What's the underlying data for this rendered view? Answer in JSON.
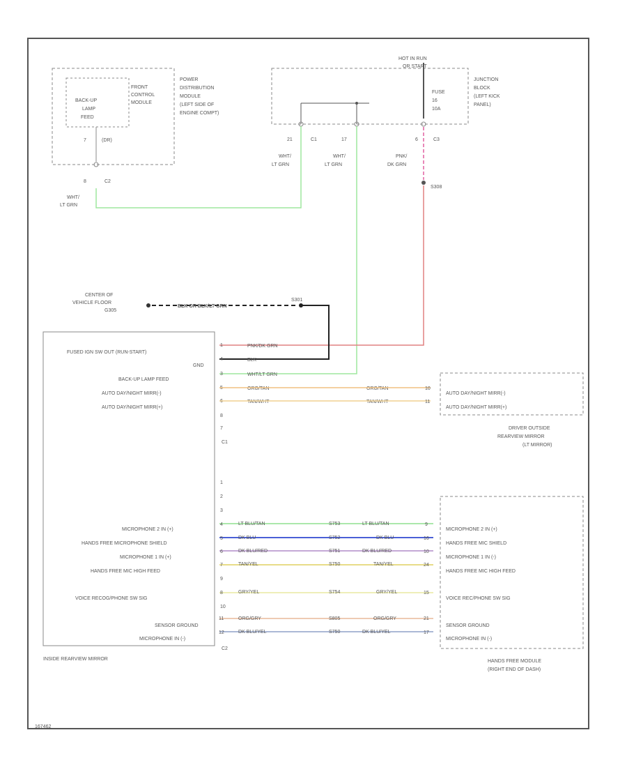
{
  "modules": {
    "pdm": {
      "backup_relay": [
        "BACK-UP",
        "LAMP",
        "FEED"
      ],
      "fcm": [
        "FRONT",
        "CONTROL",
        "MODULE"
      ],
      "name": [
        "POWER",
        "DISTRIBUTION",
        "MODULE",
        "(LEFT SIDE OF",
        "ENGINE COMPT)"
      ],
      "pin_top": "7",
      "pin_top_label": "(DR)",
      "pin_bottom": "8",
      "pin_bottom_connector": "C2",
      "wire_label": [
        "WHT/",
        "LT GRN"
      ]
    },
    "jb": {
      "hot_label": [
        "HOT IN RUN",
        "OR START"
      ],
      "fuse": [
        "FUSE",
        "16",
        "10A"
      ],
      "name": [
        "JUNCTION",
        "BLOCK",
        "(LEFT KICK",
        "PANEL)"
      ],
      "pin_21": "21",
      "conn_c1": "C1",
      "pin_17": "17",
      "pin_6": "6",
      "conn_c3": "C3",
      "wire_a": [
        "WHT/",
        "LT GRN"
      ],
      "wire_b": [
        "WHT/",
        "LT GRN"
      ],
      "wire_c": [
        "PNK/",
        "DK GRN"
      ],
      "splice": "S308"
    },
    "ground": {
      "label": [
        "CENTER OF",
        "VEHICLE FLOOR",
        "G305"
      ],
      "wire": "BLK OR BLK/LT GRN",
      "splice": "S301"
    },
    "mirror": {
      "name": "INSIDE REARVIEW MIRROR",
      "c1": "C1",
      "c2": "C2",
      "pins_c1": [
        {
          "pin": "1",
          "label": "FUSED IGN SW OUT (RUN-START)",
          "wire": "PNK/DK GRN"
        },
        {
          "pin": "4",
          "label": "GND",
          "wire": "BLK"
        },
        {
          "pin": "3",
          "label": "BACK-UP LAMP FEED",
          "wire": "WHT/LT GRN"
        },
        {
          "pin": "5",
          "label": "AUTO DAY/NIGHT MIRR(-)",
          "wire": "ORG/TAN"
        },
        {
          "pin": "6",
          "label": "AUTO DAY/NIGHT MIRR(+)",
          "wire": "TAN/WHT"
        },
        {
          "pin": "8",
          "label": "",
          "wire": ""
        },
        {
          "pin": "7",
          "label": "",
          "wire": ""
        }
      ],
      "pins_c2_empty": [
        "1",
        "2",
        "3"
      ],
      "pins_c2": [
        {
          "pin": "4",
          "label": "MICROPHONE 2 IN (+)",
          "wire": "LT BLU/TAN",
          "splice": "S753",
          "wire2": "LT BLU/TAN",
          "hpin": "9",
          "hlabel": "MICROPHONE 2 IN (+)",
          "color": "#8fe08f"
        },
        {
          "pin": "5",
          "label": "HANDS FREE MICROPHONE SHIELD",
          "wire": "DK BLU",
          "splice": "S752",
          "wire2": "DK BLU",
          "hpin": "16",
          "hlabel": "HANDS FREE MIC SHIELD",
          "color": "#4a5fd6"
        },
        {
          "pin": "6",
          "label": "MICROPHONE 1 IN (+)",
          "wire": "DK BLU/RED",
          "splice": "S751",
          "wire2": "DK BLU/RED",
          "hpin": "10",
          "hlabel": "MICROPHONE 1 IN (-)",
          "color": "#b08cc8"
        },
        {
          "pin": "7",
          "label": "HANDS FREE MIC HIGH FEED",
          "wire": "TAN/YEL",
          "splice": "S750",
          "wire2": "TAN/YEL",
          "hpin": "24",
          "hlabel": "HANDS FREE MIC HIGH FEED",
          "color": "#e0d060"
        },
        {
          "pin": "9",
          "label": "",
          "wire": "",
          "splice": "",
          "wire2": "",
          "hpin": "",
          "hlabel": "",
          "color": ""
        },
        {
          "pin": "8",
          "label": "VOICE RECOG/PHONE SW SIG",
          "wire": "GRY/YEL",
          "splice": "S754",
          "wire2": "GRY/YEL",
          "hpin": "15",
          "hlabel": "VOICE REC/PHONE SW SIG",
          "color": "#e8e8a0"
        },
        {
          "pin": "10",
          "label": "",
          "wire": "",
          "splice": "",
          "wire2": "",
          "hpin": "",
          "hlabel": "",
          "color": ""
        },
        {
          "pin": "11",
          "label": "SENSOR GROUND",
          "wire": "ORG/GRY",
          "splice": "S805",
          "wire2": "ORG/GRY",
          "hpin": "21",
          "hlabel": "SENSOR GROUND",
          "color": "#e8b89a"
        },
        {
          "pin": "12",
          "label": "MICROPHONE IN (-)",
          "wire": "DK BLU/YEL",
          "splice": "S750",
          "wire2": "DK BLU/YEL",
          "hpin": "17",
          "hlabel": "MICROPHONE IN (-)",
          "color": "#8fa0c8"
        }
      ]
    },
    "driver_mirror": {
      "name": [
        "DRIVER OUTSIDE",
        "REARVIEW MIRROR",
        "(LT MIRROR)"
      ],
      "pins": [
        {
          "pin": "10",
          "label": "AUTO DAY/NIGHT MIRR(-)",
          "wire": "ORG/TAN"
        },
        {
          "pin": "11",
          "label": "AUTO DAY/NIGHT MIRR(+)",
          "wire": "TAN/WHT"
        }
      ]
    },
    "hands_free": {
      "name": [
        "HANDS FREE MODULE",
        "(RIGHT END OF DASH)"
      ]
    }
  },
  "footer_code": "167462",
  "colors": {
    "border": "#555555",
    "green_wire": "#9ee79e",
    "red_wire": "#e88080",
    "pink_wire": "#e8a0c0",
    "orange_wire": "#f0c080",
    "tan_wire": "#f0d090",
    "power_wire": "#d8a080"
  }
}
